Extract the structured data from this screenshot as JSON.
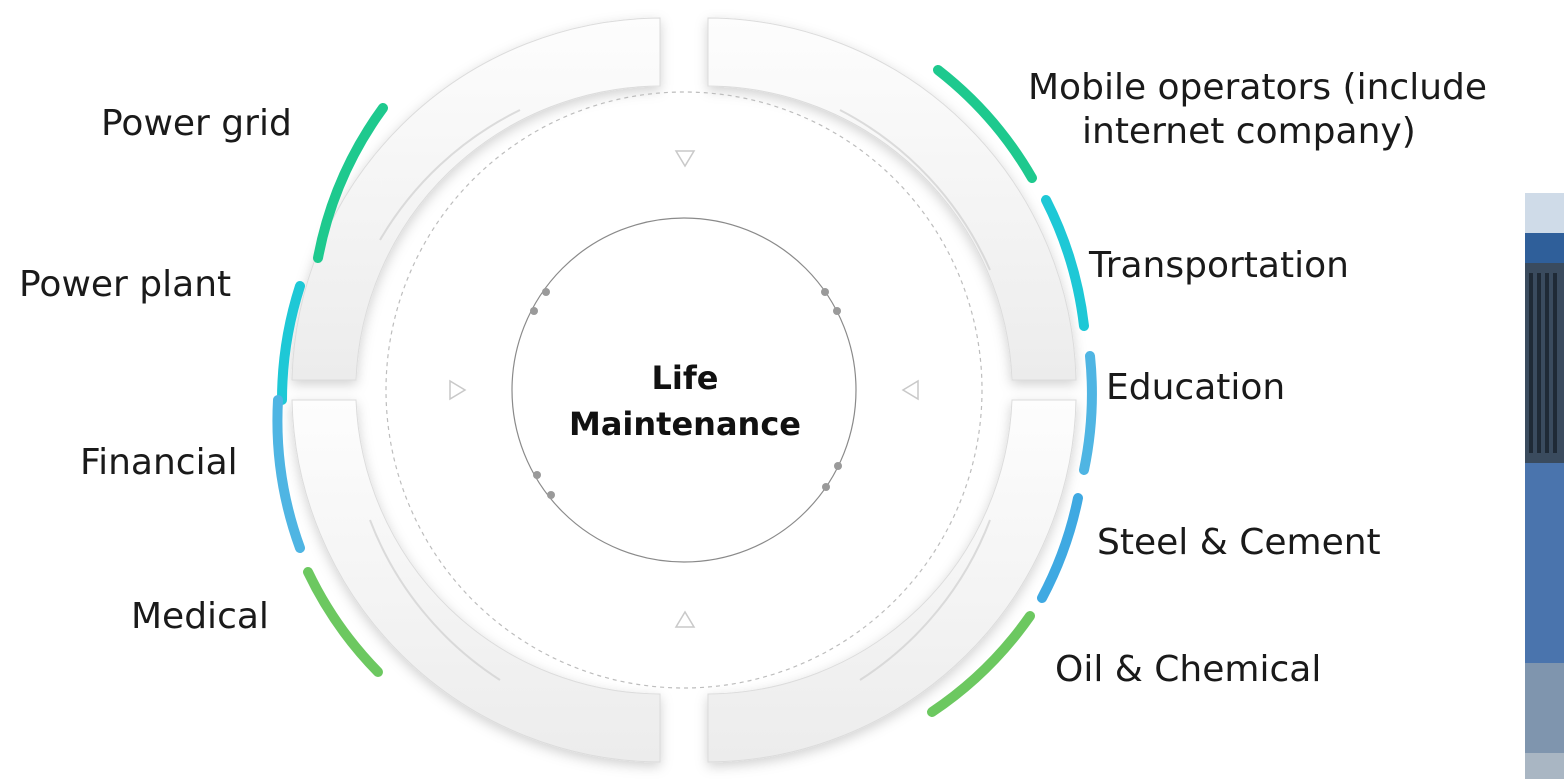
{
  "center": {
    "line1": "Life",
    "line2": "Maintenance"
  },
  "sectors_left": [
    {
      "label": "Power grid",
      "color": "#1ec98e"
    },
    {
      "label": "Power plant",
      "color": "#1ec8d6"
    },
    {
      "label": "Financial",
      "color": "#4fb5e3"
    },
    {
      "label": "Medical",
      "color": "#6cc860"
    }
  ],
  "sectors_right": [
    {
      "label_line1": "Mobile operators (include",
      "label_line2": "internet company)",
      "color": "#1ec98e"
    },
    {
      "label": "Transportation",
      "color": "#1ec8d6"
    },
    {
      "label": "Education",
      "color": "#4fb5e3"
    },
    {
      "label": "Steel & Cement",
      "color": "#3fa9e2"
    },
    {
      "label": "Oil & Chemical",
      "color": "#6cc860"
    }
  ]
}
